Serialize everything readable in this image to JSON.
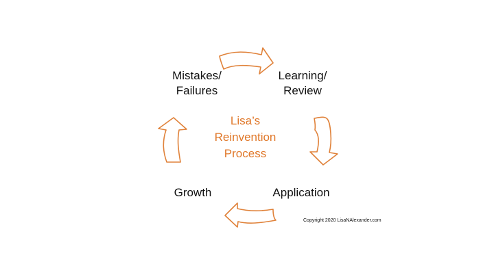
{
  "diagram": {
    "center_title_lines": [
      "Lisa’s",
      "Reinvention",
      "Process"
    ],
    "nodes": {
      "mistakes": [
        "Mistakes/",
        "Failures"
      ],
      "learning": [
        "Learning/",
        "Review"
      ],
      "application": "Application",
      "growth": "Growth"
    },
    "copyright": "Copyright 2020 LisaNAlexander.com",
    "colors": {
      "accent": "#e0782a",
      "arrow_stroke": "#e0823a",
      "text": "#111111",
      "background": "#ffffff"
    }
  }
}
